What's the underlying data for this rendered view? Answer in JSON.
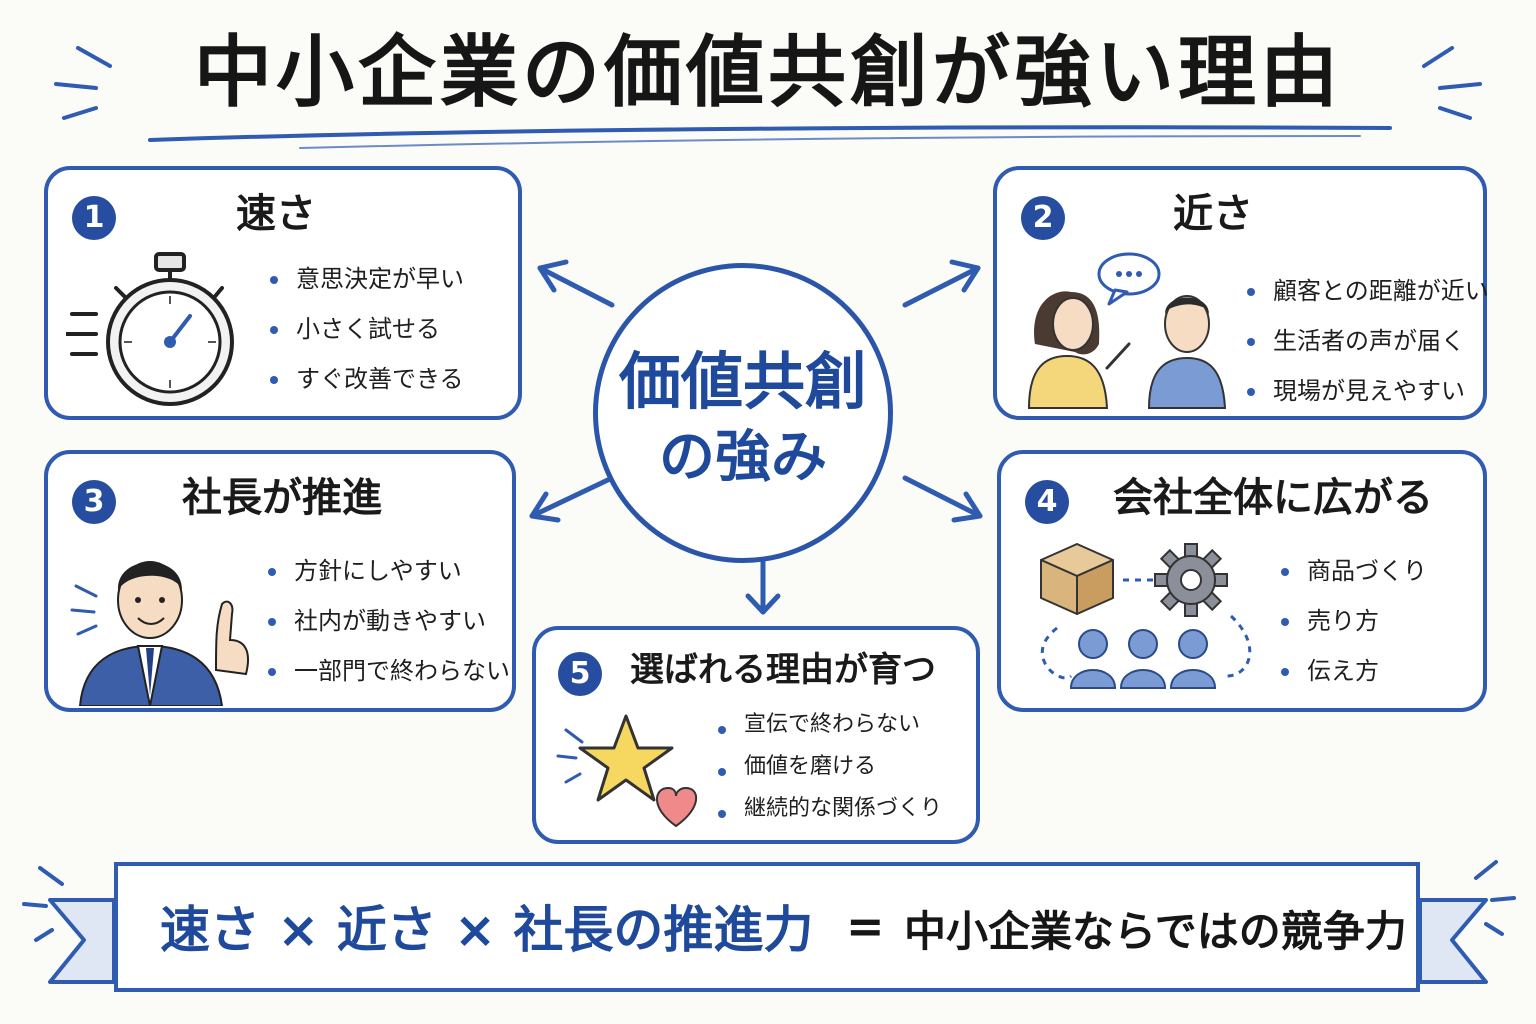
{
  "title": "中小企業の価値共創が強い理由",
  "center": {
    "line1": "価値共創",
    "line2": "の強み"
  },
  "cards": [
    {
      "number": "1",
      "heading": "速さ",
      "points": [
        "意思決定が早い",
        "小さく試せる",
        "すぐ改善できる"
      ],
      "icon": "stopwatch-icon"
    },
    {
      "number": "2",
      "heading": "近さ",
      "points": [
        "顧客との距離が近い",
        "生活者の声が届く",
        "現場が見えやすい"
      ],
      "icon": "conversation-people-icon"
    },
    {
      "number": "3",
      "heading": "社長が推進",
      "points": [
        "方針にしやすい",
        "社内が動きやすい",
        "一部門で終わらない"
      ],
      "icon": "president-pointing-icon"
    },
    {
      "number": "4",
      "heading": "会社全体に広がる",
      "points": [
        "商品づくり",
        "売り方",
        "伝え方"
      ],
      "icon": "box-gear-team-icon"
    },
    {
      "number": "5",
      "heading": "選ばれる理由が育つ",
      "points": [
        "宣伝で終わらない",
        "価値を磨ける",
        "継続的な関係づくり"
      ],
      "icon": "star-heart-icon"
    }
  ],
  "banner": {
    "formula": "速さ × 近さ × 社長の推進力",
    "equals": "=",
    "result": "中小企業ならではの競争力"
  },
  "colors": {
    "accent": "#2f5bb0",
    "dark_blue": "#1f4a9c",
    "highlight": "#f7e08a"
  }
}
